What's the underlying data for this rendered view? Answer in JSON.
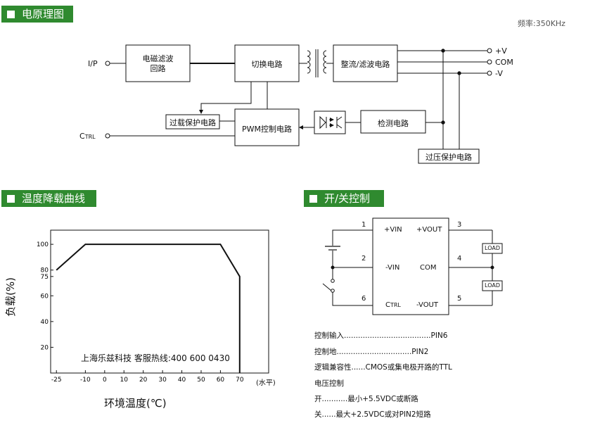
{
  "sections": {
    "schematic": "电原理图",
    "derating": "温度降载曲线",
    "onoff": "开/关控制"
  },
  "frequency": "频率:350KHz",
  "block_diagram": {
    "terminals": {
      "input": "I/P",
      "ctrl_main": "C",
      "ctrl_sub": "TRL",
      "out_pos": "+V",
      "out_com": "COM",
      "out_neg": "-V"
    },
    "blocks": {
      "emi_filter_1": "电磁滤波",
      "emi_filter_2": "回路",
      "switching": "切换电路",
      "rectifier": "整流/滤波电路",
      "overload": "过载保护电路",
      "pwm": "PWM控制电路",
      "detection": "检测电路",
      "overvoltage": "过压保护电路"
    }
  },
  "chart_data": {
    "type": "line",
    "x": [
      -25,
      -10,
      60,
      70,
      70
    ],
    "y": [
      80,
      100,
      100,
      75,
      0
    ],
    "x_ticks": [
      "-25",
      "-10",
      "0",
      "10",
      "20",
      "30",
      "40",
      "50",
      "60",
      "70"
    ],
    "x_ticks_values": [
      -25,
      -10,
      0,
      10,
      20,
      30,
      40,
      50,
      60,
      70
    ],
    "y_ticks": [
      "100",
      "80",
      "75",
      "60",
      "40",
      "20"
    ],
    "y_ticks_values": [
      100,
      80,
      75,
      60,
      40,
      20
    ],
    "x_unit": "(水平)",
    "xlabel": "环境温度(℃)",
    "ylabel": "负载(%)",
    "xlim": [
      -28,
      85
    ],
    "ylim": [
      0,
      111
    ],
    "watermark": "上海乐兹科技 客服热线:400 600 0430",
    "grid": false
  },
  "onoff_circuit": {
    "pins": {
      "p1": "1",
      "p2": "2",
      "p6": "6",
      "p3": "3",
      "p4": "4",
      "p5": "5"
    },
    "labels": {
      "vin_pos": "+VIN",
      "vin_neg": "-VIN",
      "ctrl_main": "C",
      "ctrl_sub": "TRL",
      "vout_pos": "+VOUT",
      "com": "COM",
      "vout_neg": "-VOUT",
      "load1": "LOAD",
      "load2": "LOAD"
    }
  },
  "conditions": {
    "line1": "控制输入.....................................PIN6",
    "line2": "控制地................................PIN2",
    "line3": "逻辑兼容性......CMOS或集电极开路的TTL",
    "line4": "电压控制",
    "line5": "开...........最小+5.5VDC或断路",
    "line6": "关......最大+2.5VDC或对PIN2短路"
  }
}
